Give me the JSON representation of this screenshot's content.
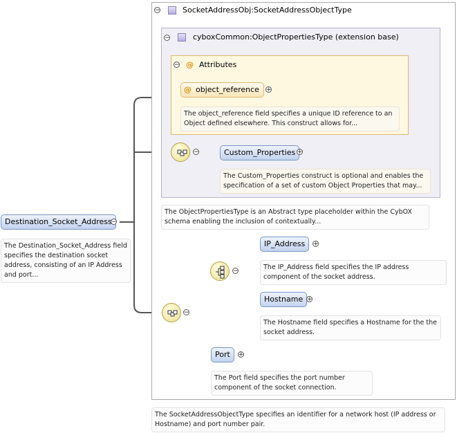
{
  "root": {
    "label": "Destination_Socket_Address",
    "doc": "The Destination_Socket_Address field specifies the destination socket address, consisting of an IP Address and port..."
  },
  "type": {
    "label": "SocketAddressObj:SocketAddressObjectType",
    "doc": "The SocketAddressObjectType specifies an identifier for a network host (IP address or Hostname) and port number pair."
  },
  "extension": {
    "label": "cyboxCommon:ObjectPropertiesType (extension base)",
    "doc": "The ObjectPropertiesType is an Abstract type placeholder within the CybOX schema enabling the inclusion of contextually...",
    "attributes": {
      "label": "Attributes",
      "object_reference": {
        "label": "object_reference",
        "doc": "The object_reference field specifies a unique ID reference to an Object defined elsewhere. This construct allows for..."
      }
    },
    "custom_properties": {
      "label": "Custom_Properties",
      "doc": "The Custom_Properties construct is optional and enables the specification of a set of custom Object Properties that may..."
    }
  },
  "ip_address": {
    "label": "IP_Address",
    "doc": "The IP_Address field specifies the IP address component of the socket address."
  },
  "hostname": {
    "label": "Hostname",
    "doc": "The Hostname field specifies a Hostname for the the socket address."
  },
  "port": {
    "label": "Port",
    "doc": "The Port field specifies the port number component of the socket connection."
  },
  "symbols": {
    "collapse": "−",
    "expand": "+",
    "attribute_marker": "@"
  },
  "colors": {
    "node_border": "#7a95c4",
    "attr_border": "#d9b871",
    "connector": "#555555"
  }
}
